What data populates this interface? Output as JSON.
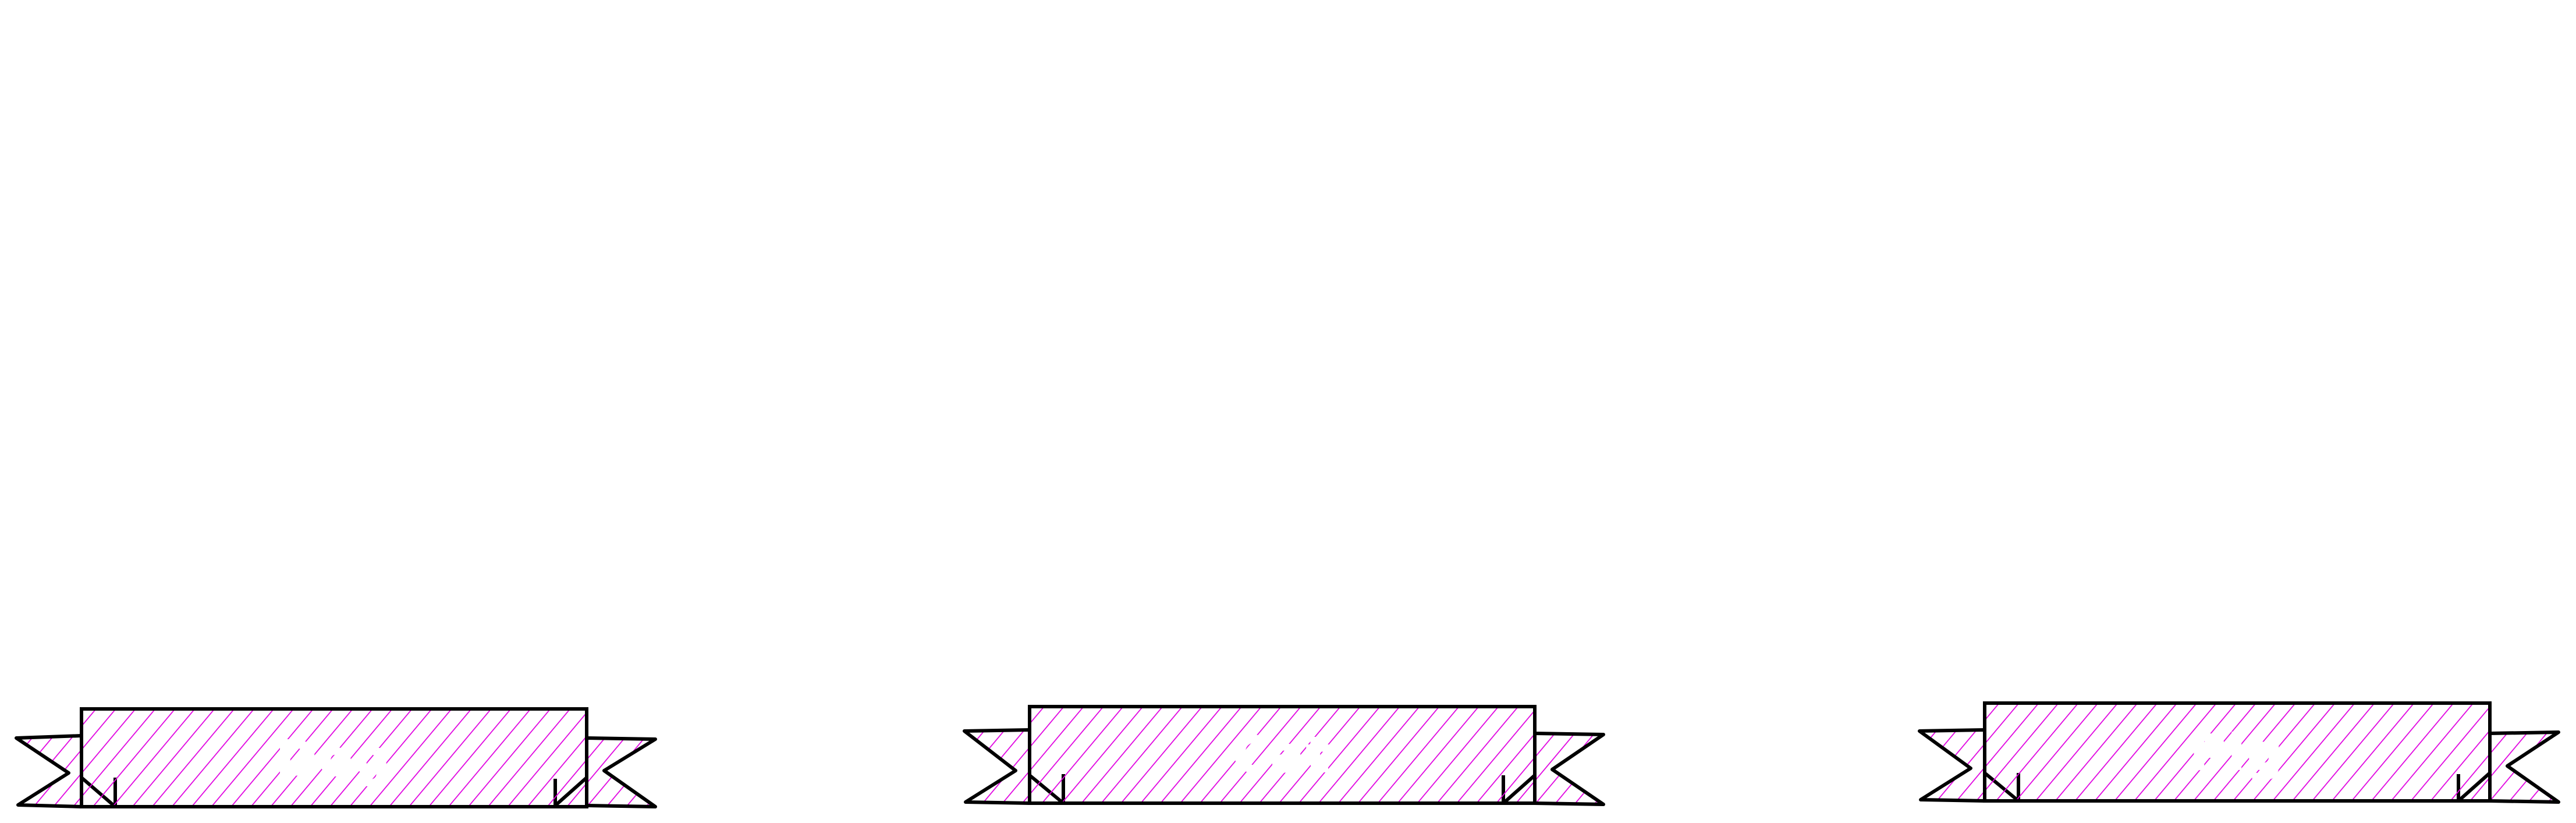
{
  "colors": {
    "background": "#ffffff",
    "outline": "#000000",
    "hatch": "#e000e0",
    "label": "#ffffff"
  },
  "banners": [
    {
      "label": "Dog"
    },
    {
      "label": "Cat"
    },
    {
      "label": "Pig"
    }
  ]
}
